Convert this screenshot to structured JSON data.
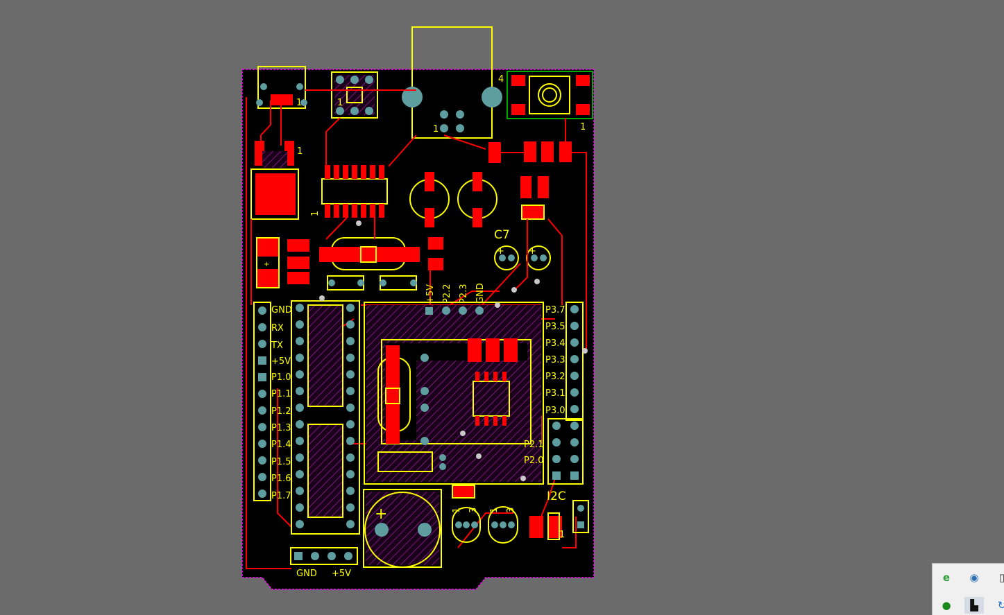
{
  "pcb": {
    "header_left": [
      "GND",
      "RX",
      "TX",
      "+5V",
      "P1.0",
      "P1.1",
      "P1.2",
      "P1.3",
      "P1.4",
      "P1.5",
      "P1.6",
      "P1.7"
    ],
    "header_right": [
      "P3.7",
      "P3.5",
      "P3.4",
      "P3.3",
      "P3.2",
      "P3.1",
      "P3.0"
    ],
    "header_top": [
      "+5V",
      "P2.2",
      "P2.3",
      "GND"
    ],
    "p2_labels": [
      "P2.1",
      "P2.0"
    ],
    "power_labels": [
      "GND",
      "+5V"
    ],
    "i2c_label": "I2C",
    "c7_label": "C7",
    "pin_one": "1",
    "pin_three": "3",
    "pin_four": "4",
    "plus_sign": "+",
    "colors": {
      "background": "#6b6b6b",
      "board": "#000000",
      "outline": "#ff00ff",
      "silk": "#ffff00",
      "copper": "#ff0000",
      "pad": "#5f9ea0"
    }
  },
  "tray": {
    "icons": [
      "ie-icon",
      "globe-icon",
      "device-icon",
      "record-icon",
      "app-icon",
      "sync-icon"
    ]
  }
}
